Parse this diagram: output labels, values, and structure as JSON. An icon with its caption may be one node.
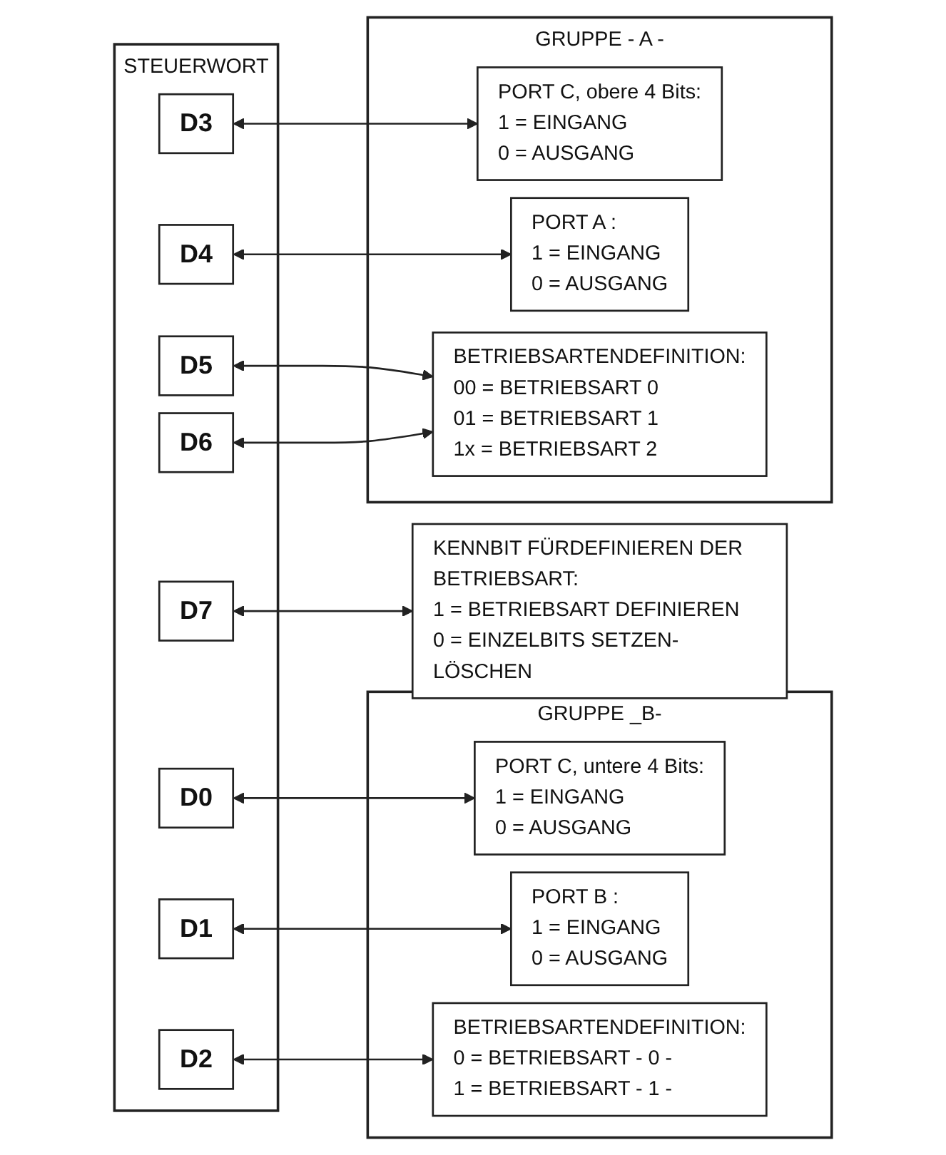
{
  "diagram": {
    "nodes": [
      {
        "text": [
          "STEUERWORT"
        ]
      },
      {
        "text": [
          "D7"
        ],
        "in": 0
      },
      {
        "text": [
          "D6"
        ],
        "in": 0
      },
      {
        "text": [
          "D5"
        ],
        "in": 0
      },
      {
        "text": [
          "D4"
        ],
        "in": 0
      },
      {
        "text": [
          "D3"
        ],
        "in": 0
      },
      {
        "text": [
          "D2"
        ],
        "in": 0
      },
      {
        "text": [
          "D1"
        ],
        "in": 0
      },
      {
        "text": [
          "D0"
        ],
        "in": 0
      },
      {
        "text": [
          "GRUPPE _B-"
        ]
      },
      {
        "text": [
          "PORT C, untere 4 Bits:",
          "1 = EINGANG",
          "0 = AUSGANG"
        ],
        "in": 9
      },
      {
        "text": [
          "PORT B :",
          "1 = EINGANG",
          "0 = AUSGANG"
        ],
        "in": 9
      },
      {
        "text": [
          "BETRIEBSARTENDEFINITION:",
          "0 = BETRIEBSART - 0 -",
          "1 = BETRIEBSART - 1 -"
        ],
        "in": 9
      },
      {
        "text": [
          "GRUPPE - A -"
        ]
      },
      {
        "text": [
          "PORT C, obere 4 Bits:",
          "1 = EINGANG",
          "0 = AUSGANG"
        ],
        "in": 13
      },
      {
        "text": [
          "PORT A :",
          "1 = EINGANG",
          "0 = AUSGANG"
        ],
        "in": 13
      },
      {
        "text": [
          "BETRIEBSARTENDEFINITION:",
          "00 = BETRIEBSART 0",
          "01 = BETRIEBSART 1",
          "1x = BETRIEBSART 2"
        ],
        "in": 13
      },
      {
        "text": [
          "KENNBIT FÜRDEFINIEREN DER BETRIEBSART:",
          "1 = BETRIEBSART DEFINIEREN",
          "0 = EINZELBITS SETZEN- LÖSCHEN"
        ]
      }
    ],
    "edges": [
      {
        "from": 8,
        "to": 10,
        "arrow": "both"
      },
      {
        "from": 7,
        "to": 11,
        "arrow": "both"
      },
      {
        "from": 6,
        "to": 12,
        "arrow": "both"
      },
      {
        "from": 5,
        "to": 14,
        "arrow": "both"
      },
      {
        "from": 4,
        "to": 15,
        "arrow": "both"
      },
      {
        "from": 3,
        "to": 16,
        "arrow": "both"
      },
      {
        "from": 2,
        "to": 16,
        "arrow": "both"
      },
      {
        "from": 1,
        "to": 17,
        "arrow": "both"
      }
    ]
  }
}
